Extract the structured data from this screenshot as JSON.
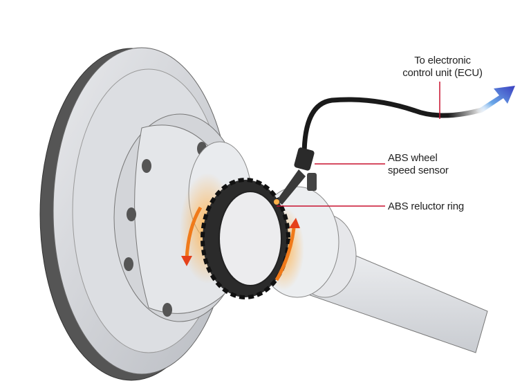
{
  "labels": {
    "ecu_line1": "To electronic",
    "ecu_line2": "control unit (ECU)",
    "sensor_line1": "ABS wheel",
    "sensor_line2": "speed sensor",
    "reluctor": "ABS reluctor ring"
  },
  "colors": {
    "leader": "#c8102e",
    "arrow": "#3a3fc0",
    "rotation_arrow": "#f07a1a"
  }
}
